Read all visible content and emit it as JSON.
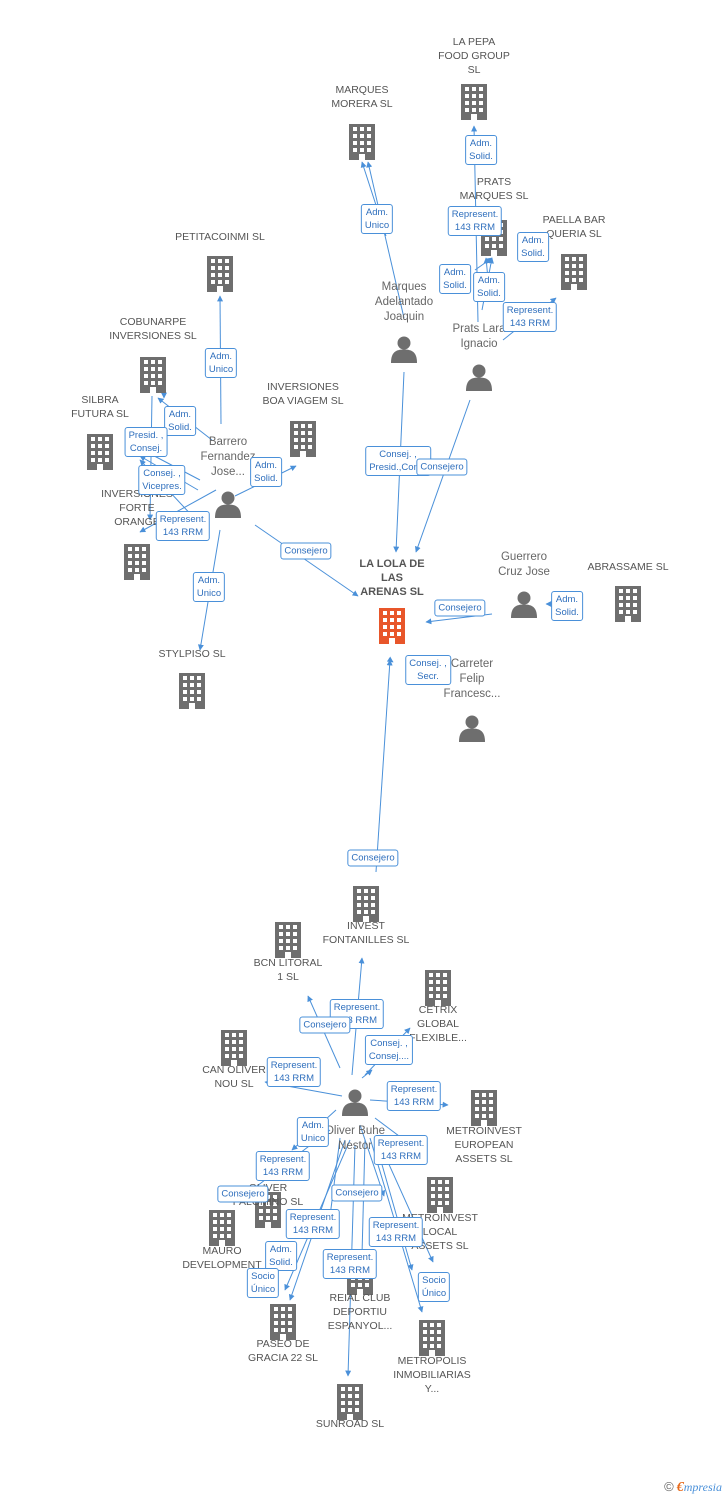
{
  "colors": {
    "edge": "#4a90d9",
    "node": "#6e6e6e",
    "center": "#e8562a"
  },
  "center": {
    "label": "LA LOLA DE\nLAS\nARENAS SL"
  },
  "companies": [
    {
      "id": "la-pepa",
      "label": "LA PEPA\nFOOD GROUP\nSL"
    },
    {
      "id": "marques-morera",
      "label": "MARQUES\nMORERA SL"
    },
    {
      "id": "prats-marques",
      "label": "PRATS\nMARQUES SL"
    },
    {
      "id": "paella-bar",
      "label": "PAELLA BAR\nQUERIA  SL"
    },
    {
      "id": "petitacoinmi",
      "label": "PETITACOINMI SL"
    },
    {
      "id": "cobunarpe",
      "label": "COBUNARPE\nINVERSIONES SL"
    },
    {
      "id": "silbra",
      "label": "SILBRA\nFUTURA SL"
    },
    {
      "id": "boa-viagem",
      "label": "INVERSIONES\nBOA VIAGEM SL"
    },
    {
      "id": "forte-orange",
      "label": "INVERSIONES\nFORTE\nORANGE"
    },
    {
      "id": "stylpiso",
      "label": "STYLPISO SL"
    },
    {
      "id": "abrassame",
      "label": "ABRASSAME SL"
    },
    {
      "id": "invest-fontanilles",
      "label": "INVEST\nFONTANILLES SL"
    },
    {
      "id": "bcn-litoral",
      "label": "BCN LITORAL\n1 SL"
    },
    {
      "id": "cetrix",
      "label": "CETRIX\nGLOBAL\nFLEXIBLE..."
    },
    {
      "id": "can-oliver",
      "label": "CAN OLIVER\nNOU SL"
    },
    {
      "id": "metroinvest-european",
      "label": "METROINVEST\nEUROPEAN\nASSETS SL"
    },
    {
      "id": "metroinvest-local",
      "label": "METROINVEST\nLOCAL\nASSETS SL"
    },
    {
      "id": "oliver-palomino",
      "label": "OLIVER\nPALOMINO SL"
    },
    {
      "id": "mauro",
      "label": "MAURO\nDEVELOPMENT"
    },
    {
      "id": "reial-club",
      "label": "REIAL CLUB\nDEPORTIU\nESPANYOL..."
    },
    {
      "id": "paseo-gracia",
      "label": "PASEO DE\nGRACIA 22  SL"
    },
    {
      "id": "metropolis",
      "label": "METROPOLIS\nINMOBILIARIAS\nY..."
    },
    {
      "id": "sunroad",
      "label": "SUNROAD SL"
    }
  ],
  "persons": [
    {
      "id": "marques-adelantado",
      "label": "Marques\nAdelantado\nJoaquin"
    },
    {
      "id": "prats-lara",
      "label": "Prats Lara\nIgnacio"
    },
    {
      "id": "barrero",
      "label": "Barrero\nFernandez\nJose..."
    },
    {
      "id": "guerrero",
      "label": "Guerrero\nCruz Jose"
    },
    {
      "id": "carreter",
      "label": "Carreter\nFelip\nFrancesc..."
    },
    {
      "id": "oliver-buhe",
      "label": "Oliver Buhe\nNestor"
    }
  ],
  "relations": [
    {
      "id": "r1",
      "label": "Adm.\nSolid."
    },
    {
      "id": "r2",
      "label": "Adm.\nUnico"
    },
    {
      "id": "r3",
      "label": "Represent.\n143 RRM"
    },
    {
      "id": "r4",
      "label": "Adm.\nSolid."
    },
    {
      "id": "r5",
      "label": "Adm.\nSolid."
    },
    {
      "id": "r6",
      "label": "Adm.\nSolid."
    },
    {
      "id": "r7",
      "label": "Represent.\n143 RRM"
    },
    {
      "id": "r8",
      "label": "Adm.\nUnico"
    },
    {
      "id": "r9",
      "label": "Adm.\nSolid."
    },
    {
      "id": "r10",
      "label": "Presid. ,\nConsej."
    },
    {
      "id": "r11",
      "label": "Adm.\nSolid."
    },
    {
      "id": "r12",
      "label": "Consej. ,\nVicepres."
    },
    {
      "id": "r13",
      "label": "Represent.\n143 RRM"
    },
    {
      "id": "r14",
      "label": "Consejero"
    },
    {
      "id": "r15",
      "label": "Adm.\nUnico"
    },
    {
      "id": "r16",
      "label": "Consej. ,\nPresid.,Con..."
    },
    {
      "id": "r17",
      "label": "Consejero"
    },
    {
      "id": "r18",
      "label": "Consejero"
    },
    {
      "id": "r19",
      "label": "Adm.\nSolid."
    },
    {
      "id": "r20",
      "label": "Consej. ,\nSecr."
    },
    {
      "id": "r21",
      "label": "Consejero"
    },
    {
      "id": "r22",
      "label": "Represent.\n143 RRM"
    },
    {
      "id": "r23",
      "label": "Consejero"
    },
    {
      "id": "r24",
      "label": "Consej. ,\nConsej...."
    },
    {
      "id": "r25",
      "label": "Represent.\n143 RRM"
    },
    {
      "id": "r26",
      "label": "Represent.\n143 RRM"
    },
    {
      "id": "r27",
      "label": "Adm.\nUnico"
    },
    {
      "id": "r28",
      "label": "Represent.\n143 RRM"
    },
    {
      "id": "r29",
      "label": "Represent.\n143 RRM"
    },
    {
      "id": "r30",
      "label": "Consejero"
    },
    {
      "id": "r31",
      "label": "Consejero"
    },
    {
      "id": "r32",
      "label": "Represent.\n143 RRM"
    },
    {
      "id": "r33",
      "label": "Represent.\n143 RRM"
    },
    {
      "id": "r34",
      "label": "Adm.\nSolid."
    },
    {
      "id": "r35",
      "label": "Represent.\n143 RRM"
    },
    {
      "id": "r36",
      "label": "Socio\nÚnico"
    },
    {
      "id": "r37",
      "label": "Socio\nÚnico"
    }
  ],
  "footer": {
    "copyright": "©",
    "brand_e": "€",
    "brand_rest": "mpresia"
  }
}
